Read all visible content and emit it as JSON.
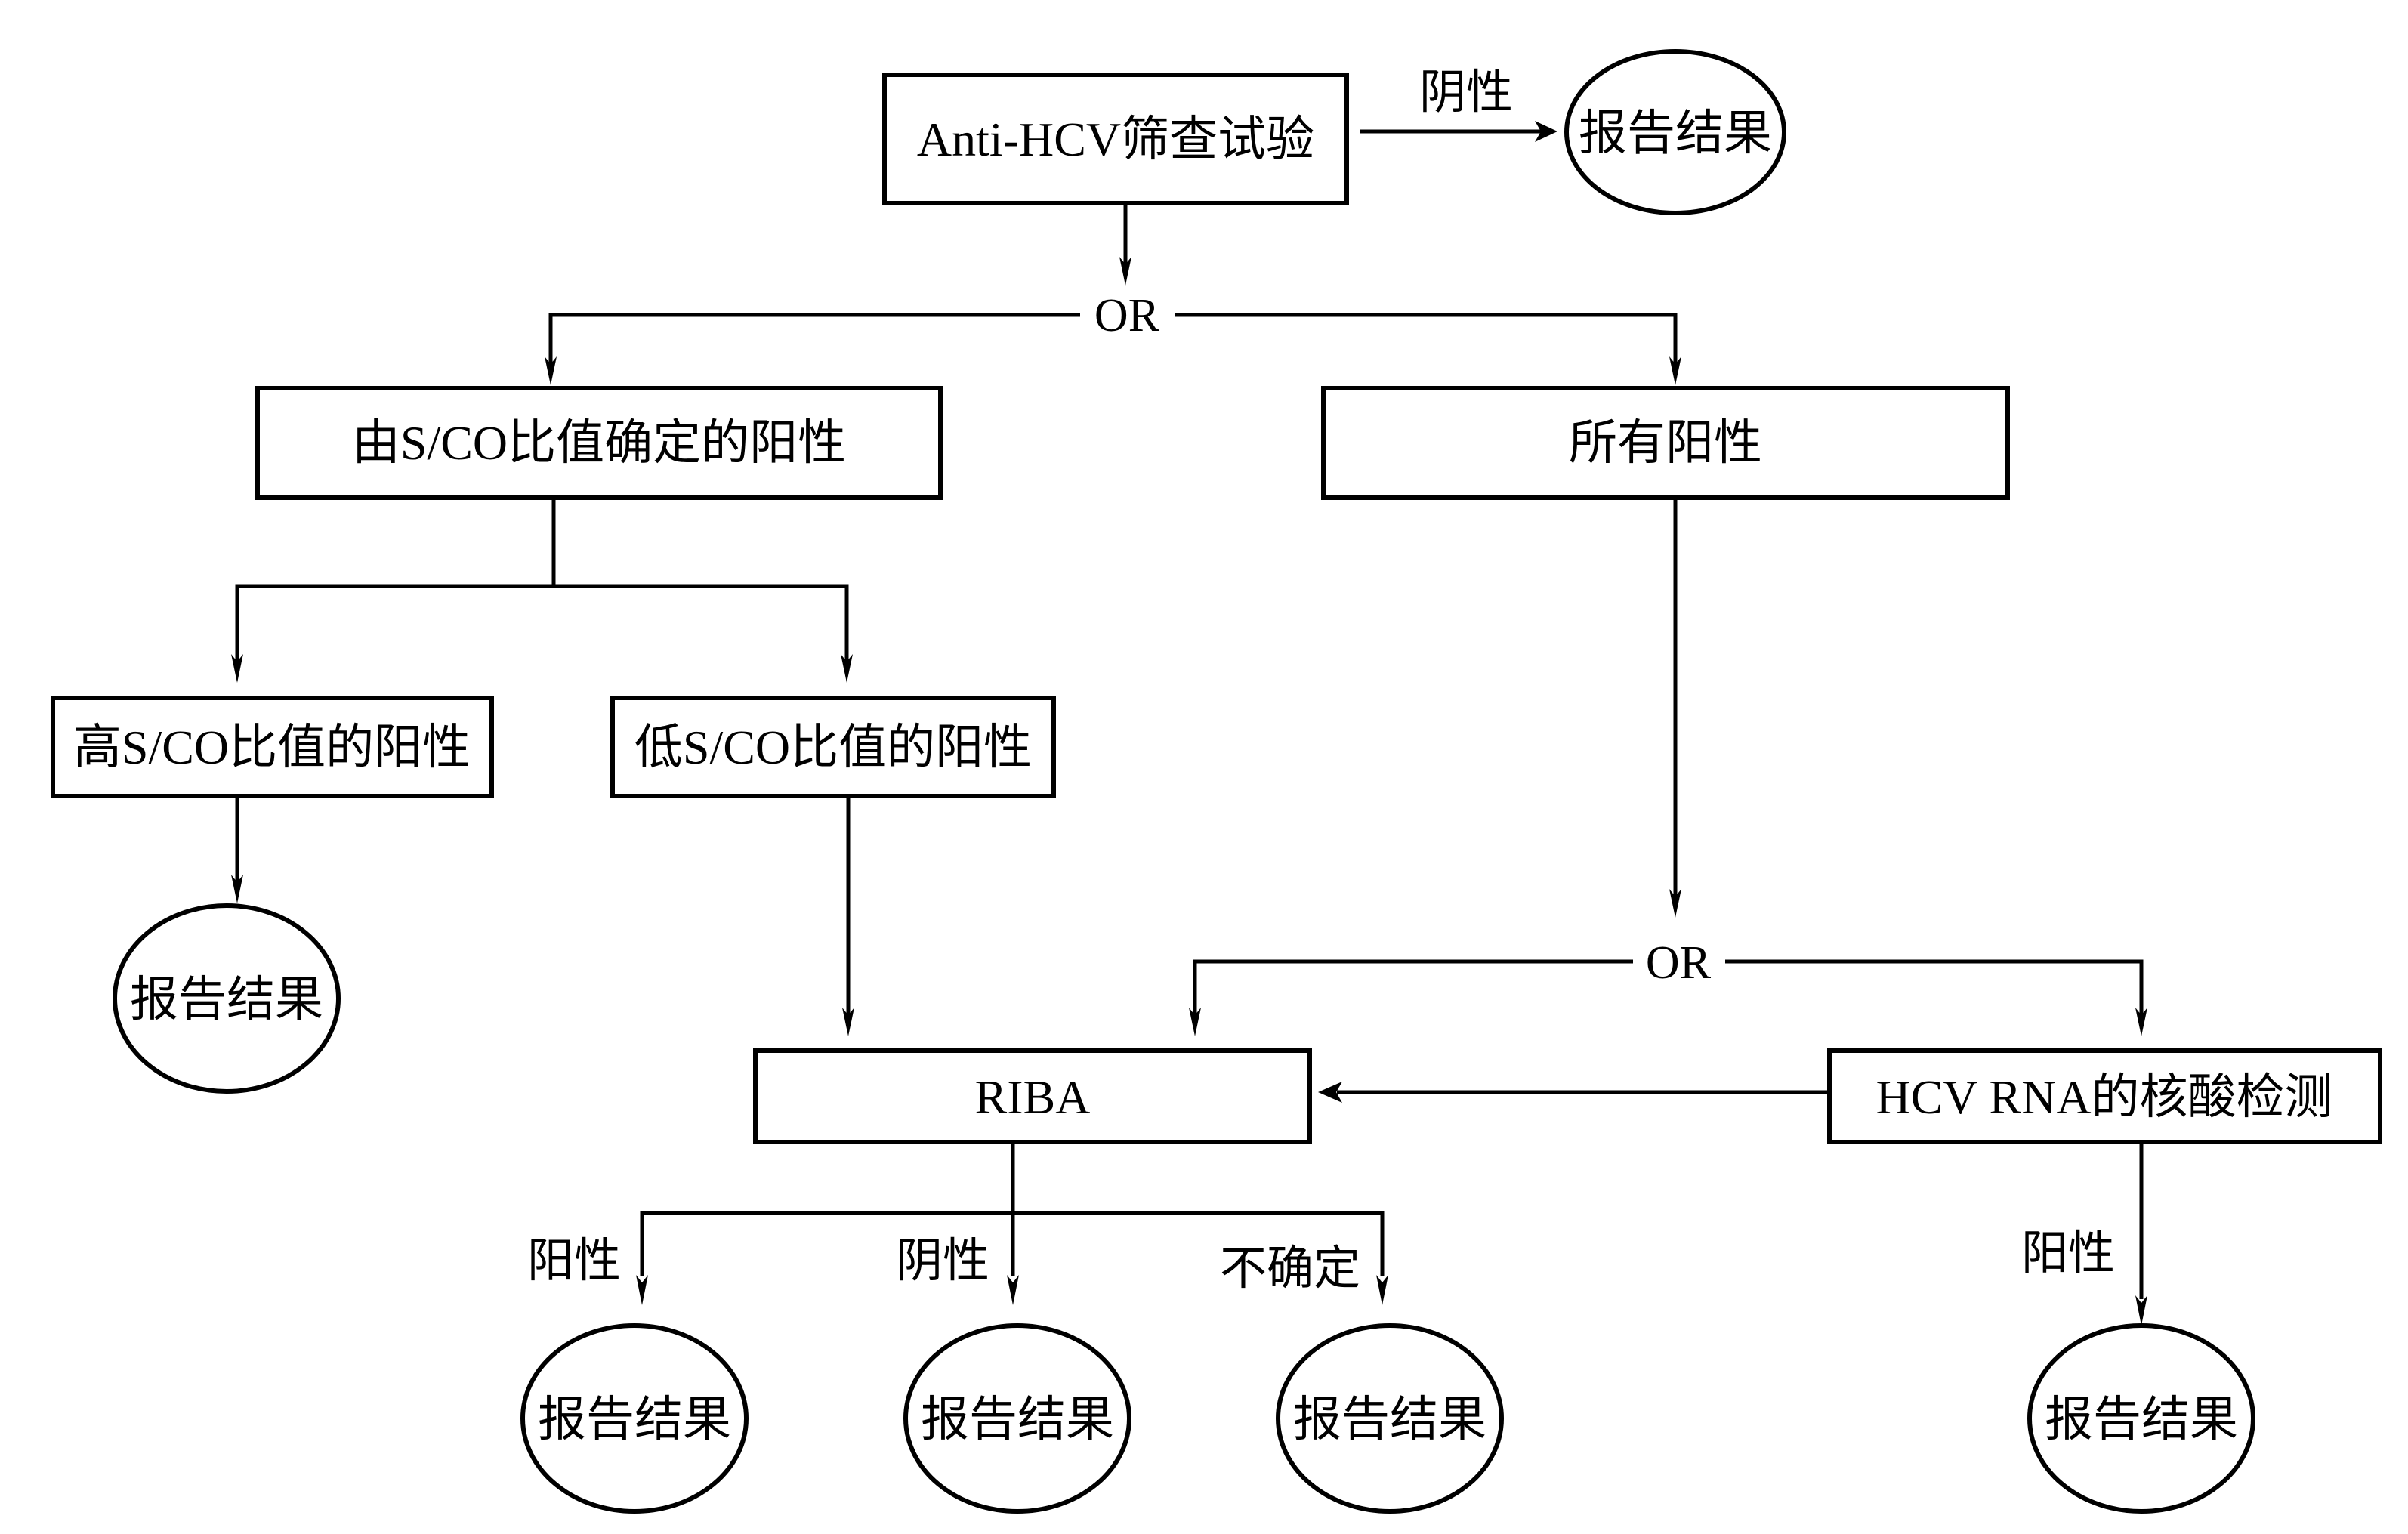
{
  "diagram": {
    "nodes": {
      "screening": "Anti-HCV筛查试验",
      "report_top": "报告结果",
      "sco_positive": "由S/CO比值确定的阳性",
      "all_positive": "所有阳性",
      "high_sco": "高S/CO比值的阳性",
      "low_sco": "低S/CO比值的阳性",
      "report_high": "报告结果",
      "riba": "RIBA",
      "hcv_rna": "HCV RNA的核酸检测",
      "report_riba_pos": "报告结果",
      "report_riba_neg": "报告结果",
      "report_riba_ind": "报告结果",
      "report_rna_pos": "报告结果"
    },
    "edge_labels": {
      "screening_negative": "阴性",
      "or_1": "OR",
      "or_2": "OR",
      "riba_positive": "阳性",
      "riba_negative": "阴性",
      "riba_indeterminate": "不确定",
      "rna_positive": "阳性"
    },
    "colors": {
      "stroke": "#000000",
      "background": "#ffffff"
    }
  }
}
